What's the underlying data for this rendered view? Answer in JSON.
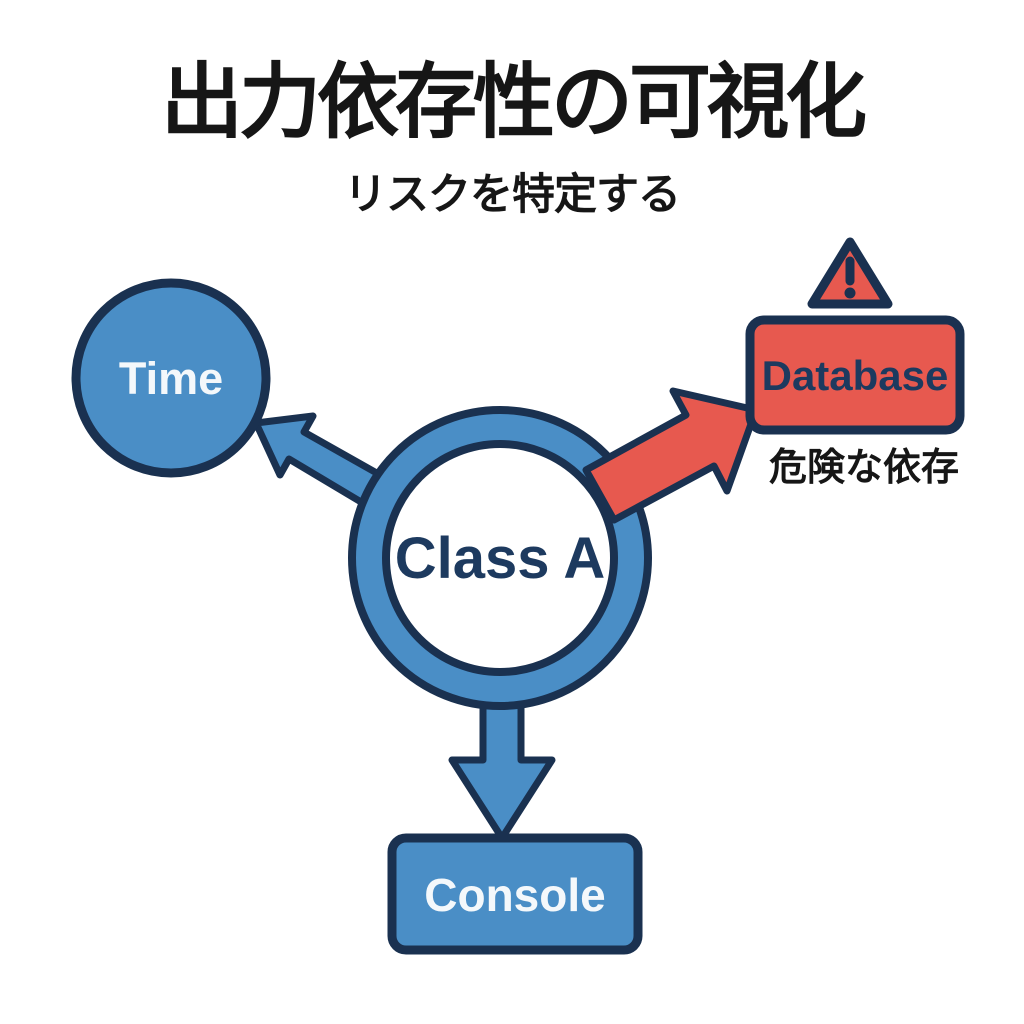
{
  "header": {
    "title": "出力依存性の可視化",
    "subtitle": "リスクを特定する"
  },
  "nodes": {
    "center": {
      "label": "Class A",
      "shape": "ring"
    },
    "time": {
      "label": "Time",
      "shape": "circle"
    },
    "database": {
      "label": "Database",
      "shape": "rounded-rect",
      "caption": "危険な依存",
      "has_warning_icon": true
    },
    "console": {
      "label": "Console",
      "shape": "rounded-rect"
    }
  },
  "edges": [
    {
      "from": "Class A",
      "to": "Time",
      "style": "blue-arrow"
    },
    {
      "from": "Class A",
      "to": "Database",
      "style": "red-danger-arrow"
    },
    {
      "from": "Class A",
      "to": "Console",
      "style": "blue-arrow"
    }
  ],
  "icons": {
    "warning": "warning-triangle-icon"
  },
  "colors": {
    "blue": "#4a8ec6",
    "navy": "#1a3150",
    "red": "#e7594f",
    "label_light": "#f4f8fb",
    "label_dark": "#1d3a5f",
    "text_black": "#161616",
    "background": "#ffffff"
  }
}
